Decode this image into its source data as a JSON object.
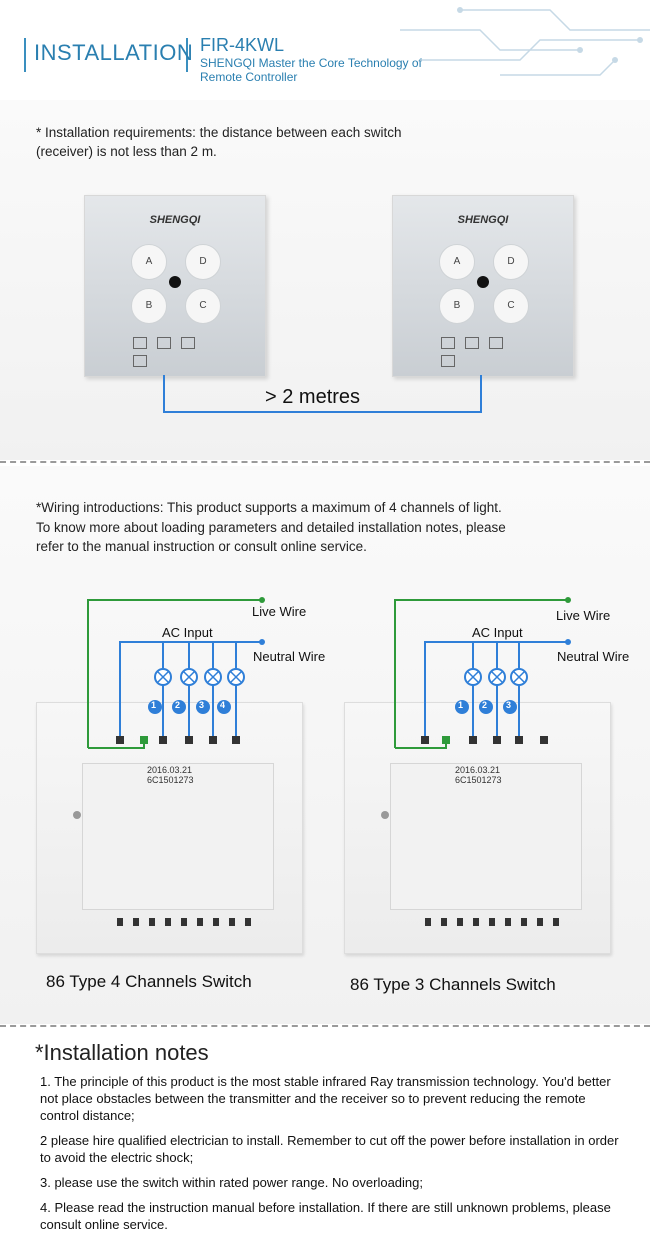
{
  "header": {
    "title": "INSTALLATION",
    "model": "FIR-4KWL",
    "subtitle": "SHENGQI  Master the Core Technology of Remote Controller"
  },
  "installation": {
    "requirement": "* Installation requirements: the distance between each switch (receiver) is not less than 2 m.",
    "panel_brand": "SHENGQI",
    "panel_buttons": [
      "A",
      "D",
      "B",
      "C"
    ],
    "distance_label": "> 2 metres"
  },
  "wiring": {
    "intro": "*Wiring introductions: This product supports a maximum of 4 channels of light.  To know more about loading parameters and detailed installation notes, please refer to the manual instruction or consult online service.",
    "live_wire": "Live Wire",
    "ac_input": "AC Input",
    "neutral_wire": "Neutral Wire",
    "switch_code_date": "2016.03.21",
    "switch_code_serial": "6C1501273",
    "left_switch": {
      "label": "86 Type 4 Channels Switch",
      "channels": [
        "1",
        "2",
        "3",
        "4"
      ]
    },
    "right_switch": {
      "label": "86 Type 3 Channels Switch",
      "channels": [
        "1",
        "2",
        "3"
      ]
    }
  },
  "notes": {
    "heading": "*Installation notes",
    "items": [
      "1. The principle of this product is the most stable infrared Ray transmission technology. You'd better not  place obstacles between the transmitter and the receiver so to prevent reducing the remote control distance;",
      "2 please hire qualified electrician to install. Remember to cut off the power before installation in order to avoid the electric shock;",
      "3. please use the switch within rated power range. No overloading;",
      "4. Please read the instruction manual before installation.  If there are still unknown problems, please consult online service."
    ]
  },
  "colors": {
    "accent": "#2a7fb0",
    "live_wire": "#2e9a3a",
    "neutral_wire": "#2f7fd8",
    "channel_badge": "#2f7fd8"
  }
}
